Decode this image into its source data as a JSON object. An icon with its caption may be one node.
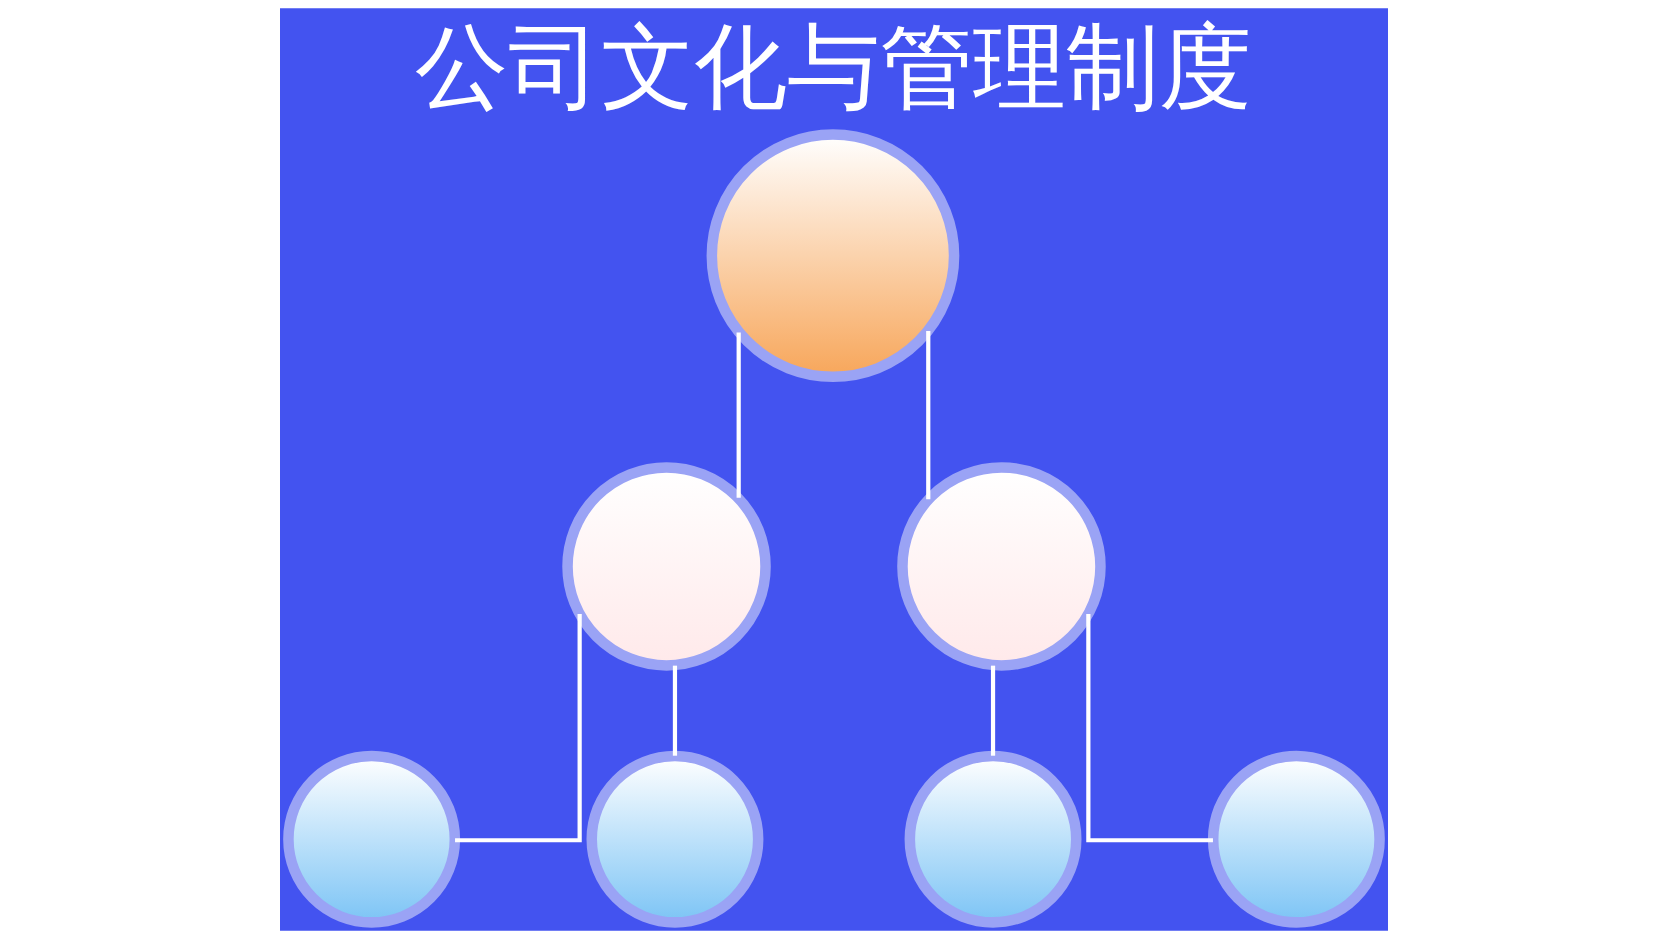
{
  "diagram": {
    "title": "公司文化与管理制度",
    "nodes": [
      {
        "text": [],
        "shape": "person"
      },
      {
        "text": [],
        "shape": "person"
      },
      {
        "text": [],
        "shape": "person"
      },
      {
        "text": [],
        "shape": "person"
      },
      {
        "text": [],
        "shape": "person"
      },
      {
        "text": [],
        "shape": "person"
      },
      {
        "text": [],
        "shape": "person"
      }
    ],
    "edges": [
      {
        "from": 0,
        "to": 1,
        "arrow": "none"
      },
      {
        "from": 0,
        "to": 2,
        "arrow": "none"
      },
      {
        "from": 1,
        "to": 3,
        "arrow": "none"
      },
      {
        "from": 1,
        "to": 4,
        "arrow": "none"
      },
      {
        "from": 2,
        "to": 5,
        "arrow": "none"
      },
      {
        "from": 2,
        "to": 6,
        "arrow": "none"
      }
    ]
  }
}
